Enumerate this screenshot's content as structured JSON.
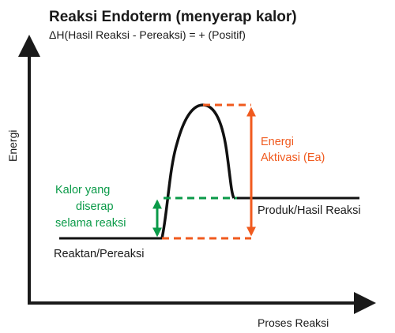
{
  "title": "Reaksi Endoterm (menyerap kalor)",
  "subtitle": "ΔH(Hasil Reaksi - Pereaksi) = + (Positif)",
  "axes": {
    "y_label": "Energi",
    "x_label": "Proses Reaksi"
  },
  "labels": {
    "reactant": "Reaktan/Pereaksi",
    "product": "Produk/Hasil Reaksi",
    "heat_line1": "Kalor yang",
    "heat_line2": "diserap",
    "heat_line3": "selama reaksi",
    "activation_line1": "Energi",
    "activation_line2": "Aktivasi (Ea)"
  },
  "colors": {
    "axis": "#1a1a1a",
    "curve": "#111111",
    "heat": "#0a9a48",
    "activation": "#f05a1e"
  }
}
